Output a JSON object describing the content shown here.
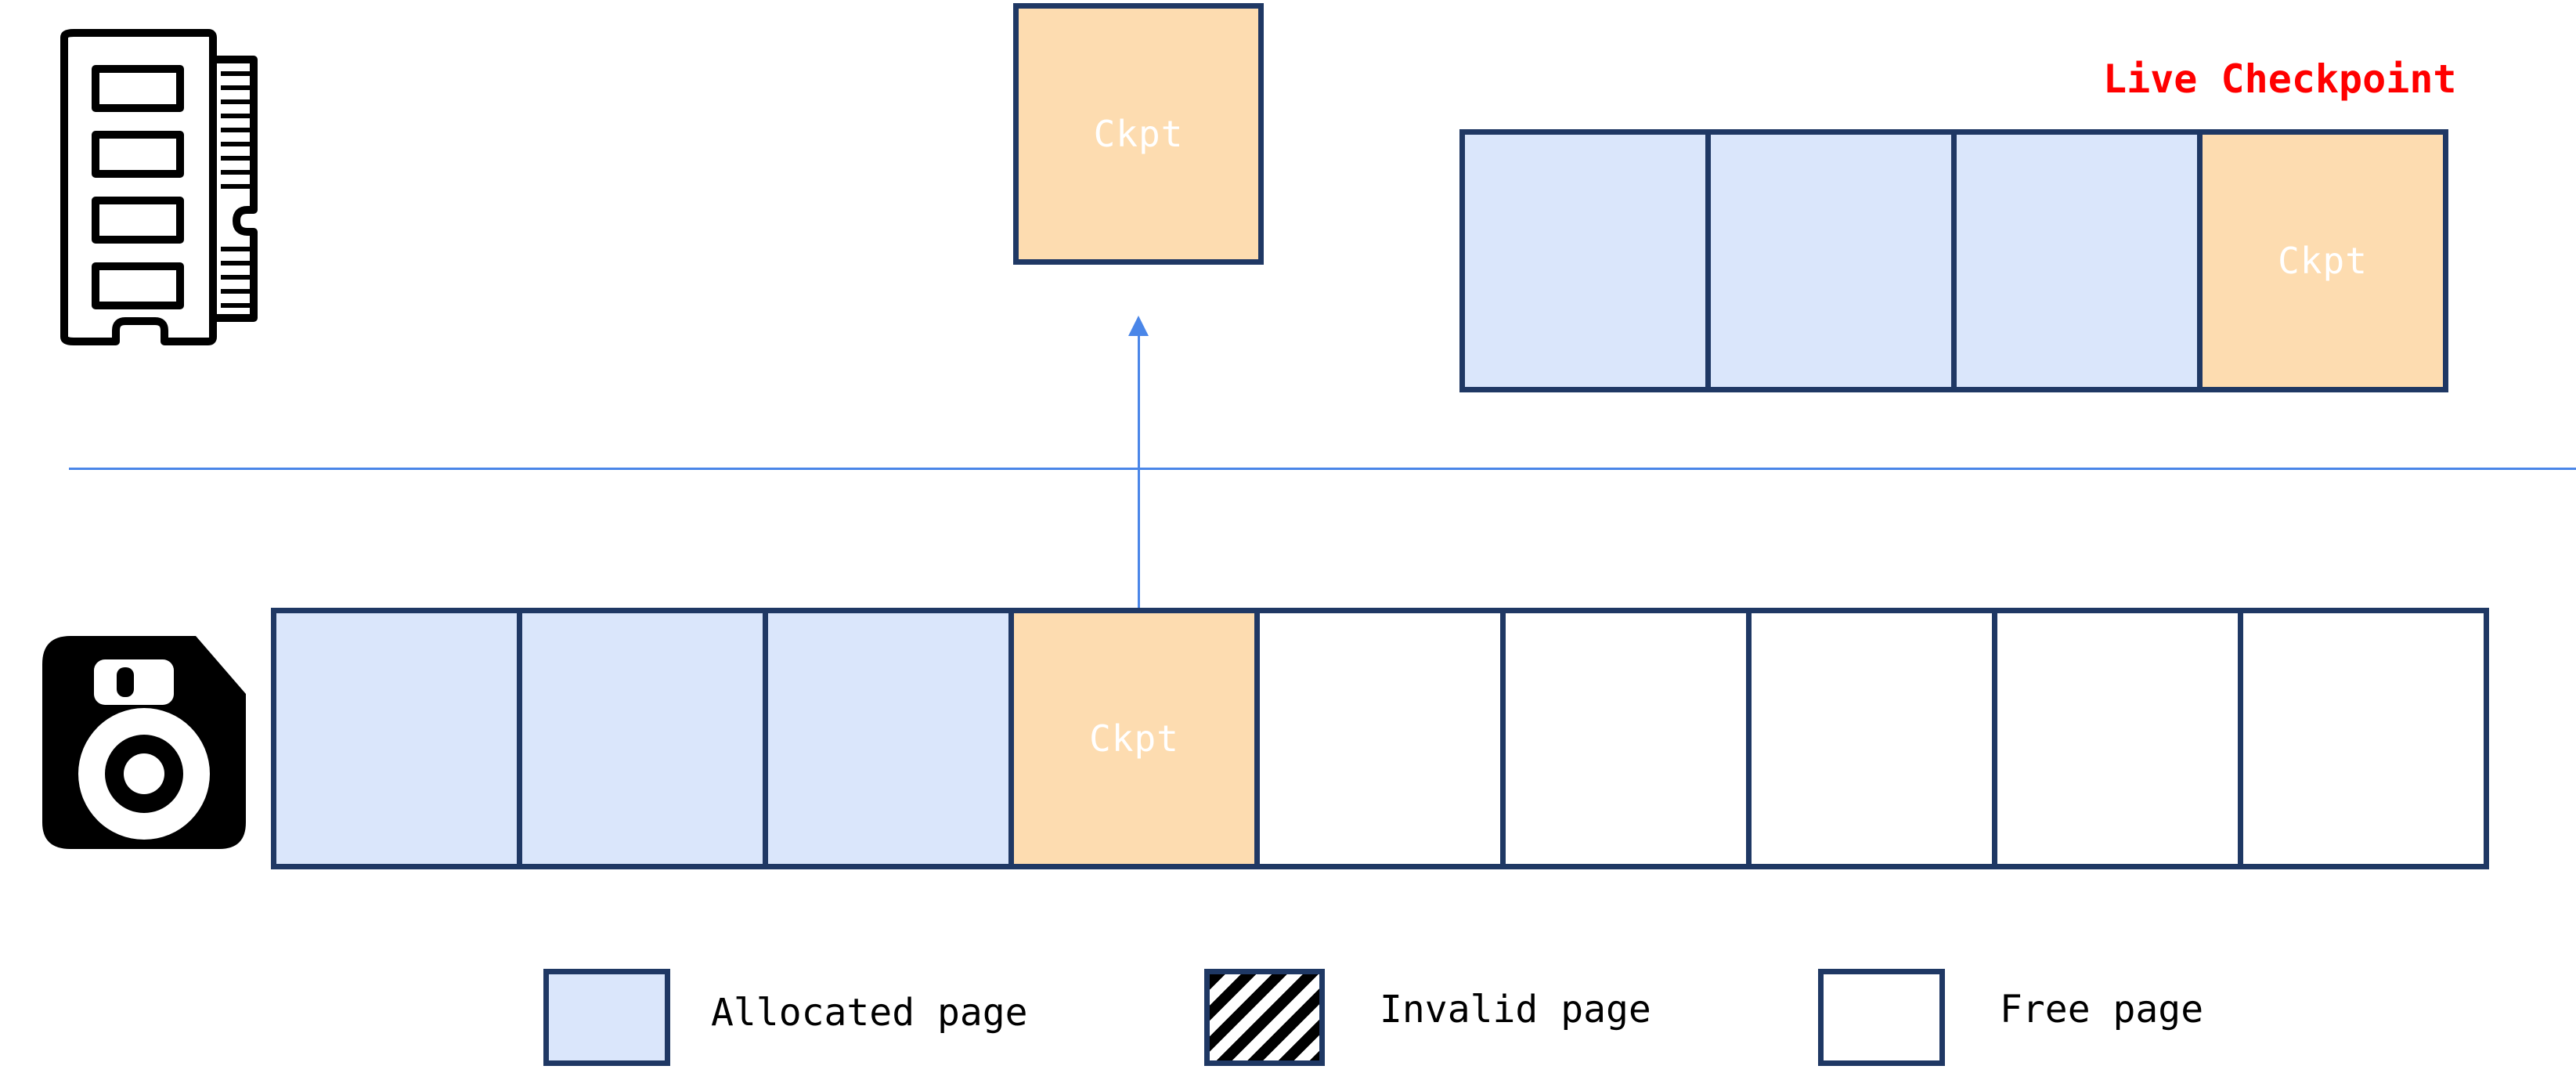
{
  "memory_checkpoint": {
    "label": "Ckpt"
  },
  "live_checkpoint": {
    "label": "Live Checkpoint",
    "label_color": "#ff0000",
    "pages": [
      {
        "type": "allocated"
      },
      {
        "type": "allocated"
      },
      {
        "type": "allocated"
      },
      {
        "type": "ckpt",
        "label": "Ckpt"
      }
    ]
  },
  "disk": {
    "pages": [
      {
        "type": "allocated"
      },
      {
        "type": "allocated"
      },
      {
        "type": "allocated"
      },
      {
        "type": "ckpt",
        "label": "Ckpt"
      },
      {
        "type": "free"
      },
      {
        "type": "free"
      },
      {
        "type": "free"
      },
      {
        "type": "free"
      },
      {
        "type": "free"
      }
    ]
  },
  "legend": {
    "allocated": "Allocated page",
    "invalid": "Invalid page",
    "free": "Free page"
  },
  "icons": {
    "memory": "ram-module-icon",
    "disk": "floppy-disk-icon"
  },
  "colors": {
    "allocated_fill": "#dae6fb",
    "ckpt_fill": "#fddcb0",
    "page_border": "#1f3864",
    "arrow": "#4a86e8"
  }
}
